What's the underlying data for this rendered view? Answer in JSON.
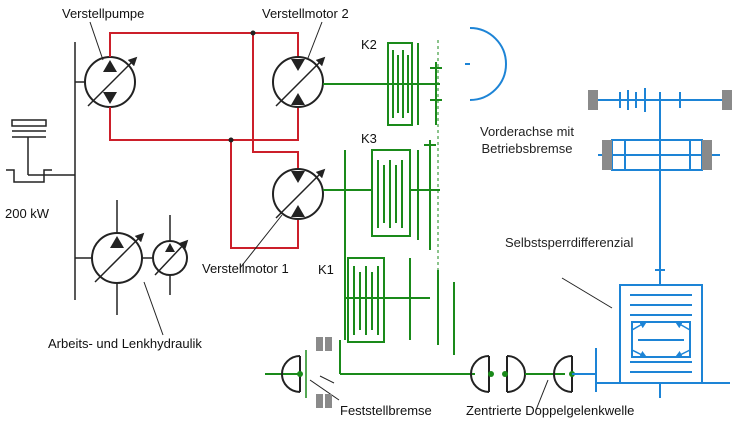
{
  "labels": {
    "verstellpumpe": "Verstellpumpe",
    "verstellmotor2": "Verstellmotor 2",
    "verstellmotor1": "Verstellmotor 1",
    "power": "200 kW",
    "arbeits": "Arbeits- und Lenkhydraulik",
    "k1": "K1",
    "k2": "K2",
    "k3": "K3",
    "vorderachse": "Vorderachse mit\nBetriebsbremse",
    "differenzial": "Selbstsperrdifferenzial",
    "feststell": "Feststellbremse",
    "doppelgelenk": "Zentrierte Doppelgelenkwelle"
  },
  "colors": {
    "hydraulic_line": "#cc1f2a",
    "gear_train": "#1a8a1a",
    "axle": "#1d84d6",
    "brake_pad": "#8a8a8a",
    "mechanical": "#222222"
  }
}
